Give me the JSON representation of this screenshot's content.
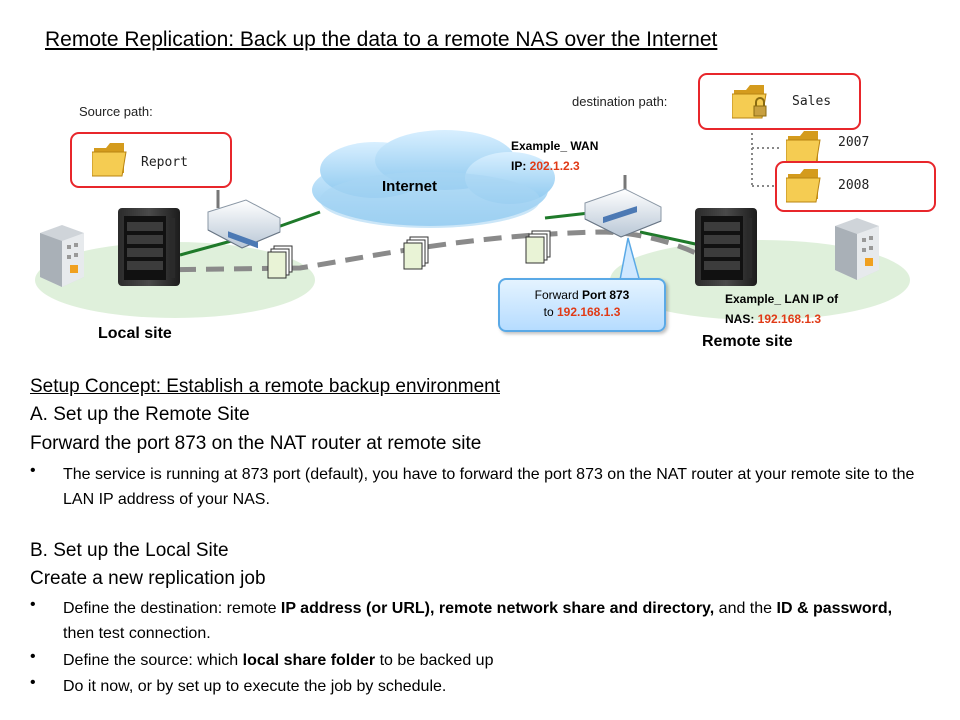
{
  "title": "Remote Replication: Back up the data to a remote NAS over the Internet",
  "diagram": {
    "source_path_label": "Source path:",
    "source_folder": "Report",
    "destination_path_label": "destination path:",
    "destination_folder": "Sales",
    "subfolders": [
      "2007",
      "2008"
    ],
    "internet_label": "Internet",
    "wan_label": "Example_ WAN",
    "wan_ip_prefix": "IP: ",
    "wan_ip": "202.1.2.3",
    "forward_prefix": "Forward ",
    "forward_port": "Port 873",
    "forward_to": "to ",
    "forward_ip": "192.168.1.3",
    "lan_label": "Example_ LAN IP of",
    "lan_nas_prefix": "NAS: ",
    "lan_ip": "192.168.1.3",
    "local_site": "Local site",
    "remote_site": "Remote site"
  },
  "concept": {
    "heading": "Setup Concept: Establish a remote backup environment",
    "a_heading": "A. Set up the Remote Site",
    "a_sub": "Forward the port 873 on the NAT router at remote site",
    "a_bullet": "The service is running at 873 port (default), you have to forward the port 873 on the NAT router at your remote site to the LAN IP address of your NAS.",
    "b_heading": "B. Set up the Local Site",
    "b_sub": "Create a new replication job",
    "b1_pre": "Define the destination: remote ",
    "b1_bold1": "IP address (or URL), remote network share and directory,",
    "b1_mid": " and the ",
    "b1_bold2": "ID & password,",
    "b1_post": " then test connection.",
    "b2_pre": "Define the source: which ",
    "b2_bold": "local share folder",
    "b2_post": " to be backed up",
    "b3": "Do it now, or by set up to execute the job by schedule.",
    "bullet_char": "•"
  },
  "colors": {
    "accent_red": "#e03a16",
    "box_red": "#e8262b",
    "link_green": "#1f7a2a",
    "cloud_blue": "#9fd2f2"
  }
}
